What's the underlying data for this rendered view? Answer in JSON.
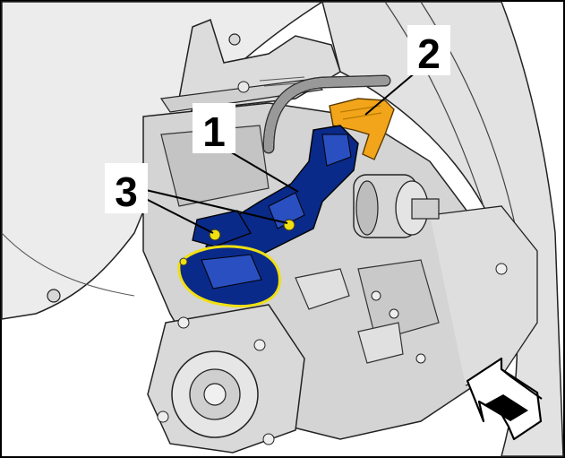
{
  "diagram": {
    "callouts": [
      {
        "id": "1",
        "label": "1"
      },
      {
        "id": "2",
        "label": "2"
      },
      {
        "id": "3",
        "label": "3"
      }
    ],
    "colors": {
      "background": "#ffffff",
      "part_gray_light": "#e6e6e6",
      "part_gray_mid": "#cfcfcf",
      "part_gray_dark": "#9a9a9a",
      "outline": "#1a1a1a",
      "highlight_blue": "#0a2a8a",
      "highlight_blue_light": "#2a4fc0",
      "highlight_orange": "#f2a51a",
      "highlight_yellow": "#f0e010"
    },
    "icons": {
      "view_direction": "view-direction-arrow-icon"
    }
  }
}
